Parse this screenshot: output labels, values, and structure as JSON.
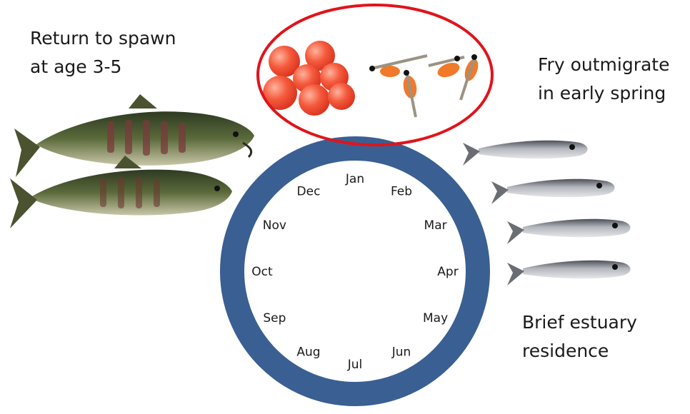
{
  "labels": {
    "return_to_spawn": "Return to spawn\nat age 3-5",
    "fry_outmigrate": "Fry outmigrate\nin early spring",
    "estuary": "Brief estuary\nresidence"
  },
  "months": [
    "Jan",
    "Feb",
    "Mar",
    "Apr",
    "May",
    "Jun",
    "Jul",
    "Aug",
    "Sep",
    "Oct",
    "Nov",
    "Dec"
  ],
  "colors": {
    "ring": "#3a5f93",
    "highlight": "#e0141b",
    "egg": "#f2513a",
    "adult_body": "#4f5a33",
    "adult_bar": "#7a3a3a",
    "juvenile": "#8c8f96"
  }
}
